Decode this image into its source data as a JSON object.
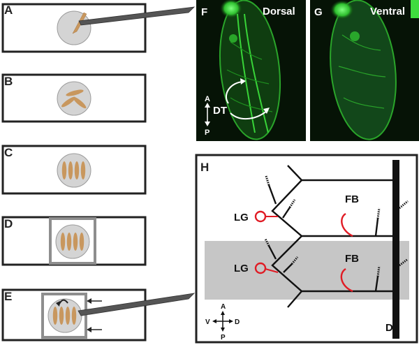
{
  "panels": {
    "A": "A",
    "B": "B",
    "C": "C",
    "D": "D",
    "E": "E",
    "F": "F",
    "G": "G",
    "H": "H"
  },
  "micrograph_f": {
    "view_label": "Dorsal",
    "dt_label": "DT",
    "axis_a": "A",
    "axis_p": "P"
  },
  "micrograph_g": {
    "view_label": "Ventral"
  },
  "schematic": {
    "lg_upper": "LG",
    "lg_lower": "LG",
    "fb_upper": "FB",
    "fb_lower": "FB",
    "dt": "DT",
    "compass": {
      "a": "A",
      "p": "P",
      "v": "V",
      "d": "D"
    }
  },
  "colors": {
    "larva": "#c8975e",
    "dish": "#d4d4d4",
    "gfp": "#3fdc3f",
    "lymph_gland": "#e01b24",
    "shade": "#c6c6c6"
  }
}
